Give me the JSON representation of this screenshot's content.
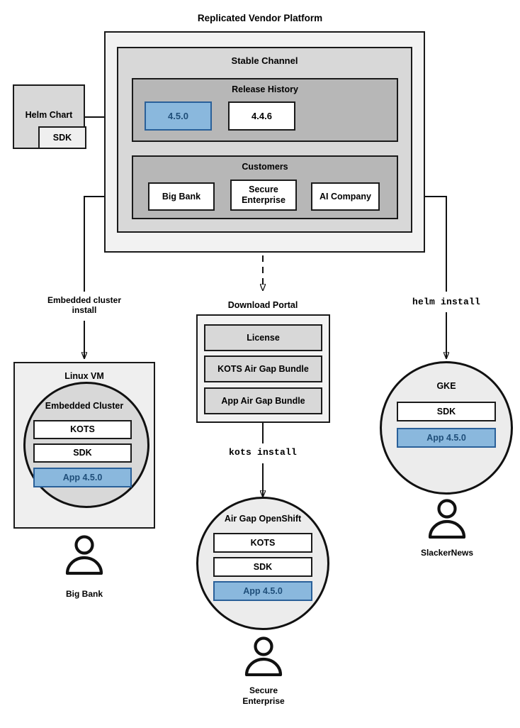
{
  "diagram": {
    "title": "Replicated Vendor Platform",
    "platform": {
      "channel_title": "Stable Channel",
      "release_history": {
        "title": "Release History",
        "releases": [
          {
            "version": "4.5.0",
            "highlighted": true
          },
          {
            "version": "4.4.6",
            "highlighted": false
          }
        ]
      },
      "customers": {
        "title": "Customers",
        "items": [
          "Big Bank",
          "Secure\nEnterprise",
          "AI Company"
        ]
      }
    },
    "helm_chart": {
      "title": "Helm Chart",
      "sdk_label": "SDK"
    },
    "edges": [
      {
        "name": "helm-chart-to-release",
        "label": "",
        "style": "solid"
      },
      {
        "name": "big-bank-to-linux-vm",
        "label": "Embedded cluster\ninstall",
        "style": "solid"
      },
      {
        "name": "secure-enterprise-to-download-portal",
        "label": "",
        "style": "dashed"
      },
      {
        "name": "download-portal-to-openshift",
        "label": "kots install",
        "style": "solid",
        "mono": true
      },
      {
        "name": "ai-company-to-gke",
        "label": "helm install",
        "style": "solid",
        "mono": true
      }
    ],
    "edge_labels": {
      "embedded_cluster_install": "Embedded cluster\ninstall",
      "kots_install": "kots install",
      "helm_install": "helm install"
    },
    "targets": [
      {
        "name": "linux-vm",
        "shape": "rect",
        "title": "Linux VM",
        "inner_shape": "circle",
        "inner_title": "Embedded Cluster",
        "components": [
          {
            "label": "KOTS",
            "highlighted": false
          },
          {
            "label": "SDK",
            "highlighted": false
          },
          {
            "label": "App 4.5.0",
            "highlighted": true
          }
        ],
        "customer": "Big Bank"
      },
      {
        "name": "download-portal",
        "shape": "rect",
        "title": "Download Portal",
        "components": [
          {
            "label": "License",
            "highlighted": false
          },
          {
            "label": "KOTS Air Gap Bundle",
            "highlighted": false
          },
          {
            "label": "App Air Gap Bundle",
            "highlighted": false
          }
        ]
      },
      {
        "name": "air-gap-openshift",
        "shape": "circle",
        "title": "Air Gap OpenShift",
        "components": [
          {
            "label": "KOTS",
            "highlighted": false
          },
          {
            "label": "SDK",
            "highlighted": false
          },
          {
            "label": "App 4.5.0",
            "highlighted": true
          }
        ],
        "customer": "Secure\nEnterprise"
      },
      {
        "name": "gke",
        "shape": "circle",
        "title": "GKE",
        "components": [
          {
            "label": "SDK",
            "highlighted": false
          },
          {
            "label": "App 4.5.0",
            "highlighted": true
          }
        ],
        "customer": "SlackerNews"
      }
    ],
    "customer_captions": {
      "big_bank": "Big Bank",
      "secure_enterprise": "Secure\nEnterprise",
      "slackernews": "SlackerNews"
    },
    "colors": {
      "highlight_fill": "#8ab8dd",
      "highlight_border": "#2a6099",
      "highlight_text": "#1f4e79",
      "outer_panel": "#f2f2f2",
      "mid_panel": "#d8d8d8",
      "inner_panel": "#b7b7b7",
      "stroke": "#1a1a1a"
    }
  }
}
